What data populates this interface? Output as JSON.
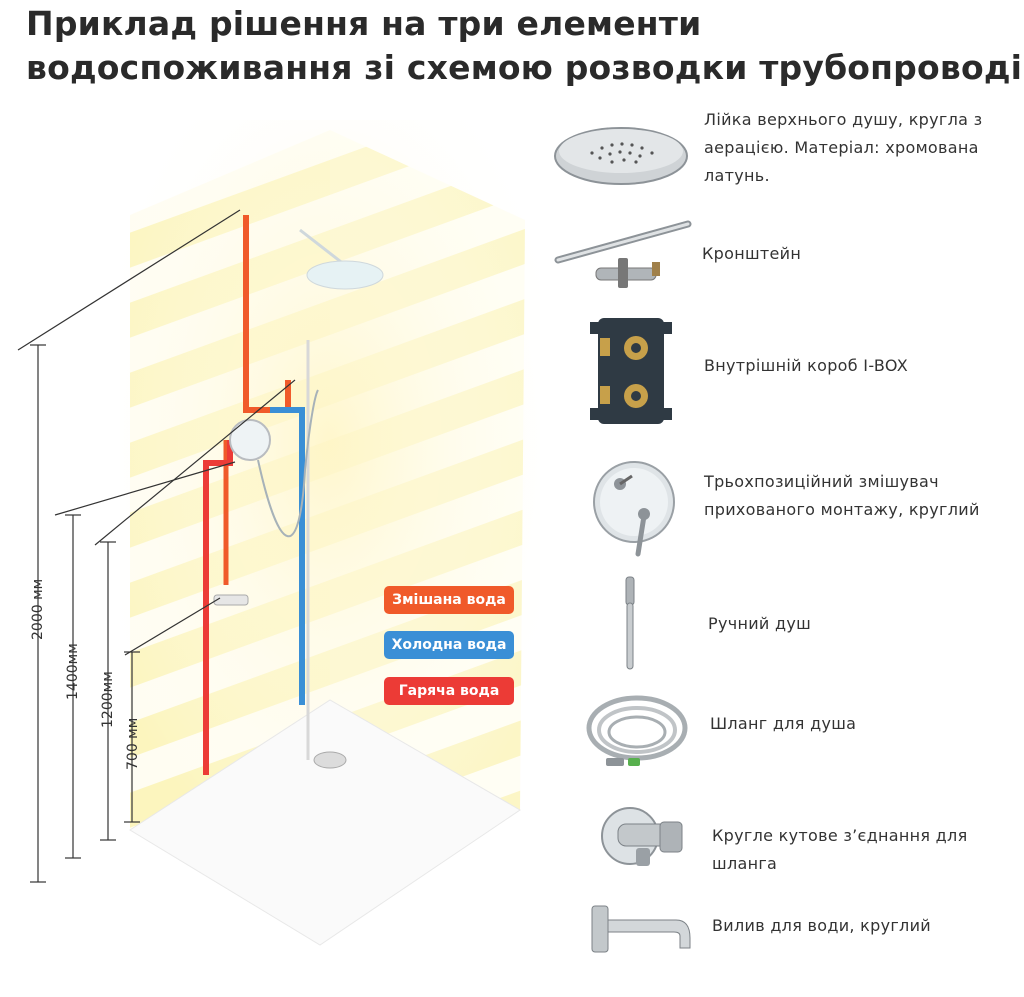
{
  "title": {
    "line1": "Приклад рішення на три елементи",
    "line2": "водоспоживання зі схемою розводки трубопроводів"
  },
  "legend": [
    {
      "label": "Змішана вода",
      "color": "#f05a2a"
    },
    {
      "label": "Холодна вода",
      "color": "#3a8fd6"
    },
    {
      "label": "Гаряча вода",
      "color": "#ec3b36"
    }
  ],
  "dimensions": [
    "2000 мм",
    "1400мм",
    "1200мм",
    "700 мм"
  ],
  "products": [
    {
      "label": "Лійка верхнього душу, кругла з аерацією. Матеріал: хромована латунь.",
      "icon": "shower-head-icon"
    },
    {
      "label": "Кронштейн",
      "icon": "bracket-icon"
    },
    {
      "label": "Внутрішній короб I-BOX",
      "icon": "ibox-icon"
    },
    {
      "label": "Трьохпозиційний змішувач прихованого монтажу, круглий",
      "icon": "mixer-icon"
    },
    {
      "label": "Ручний душ",
      "icon": "hand-shower-icon"
    },
    {
      "label": "Шланг для душа",
      "icon": "hose-icon"
    },
    {
      "label": "Кругле кутове з’єднання для шланга",
      "icon": "wall-connector-icon"
    },
    {
      "label": "Вилив для води, круглий",
      "icon": "spout-icon"
    }
  ],
  "colors": {
    "tile_yellow": "#fbf3b3",
    "mixed_pipe": "#f05a2a",
    "cold_pipe": "#3a8fd6",
    "hot_pipe": "#ec3b36",
    "chrome": "#b9bcc0"
  }
}
